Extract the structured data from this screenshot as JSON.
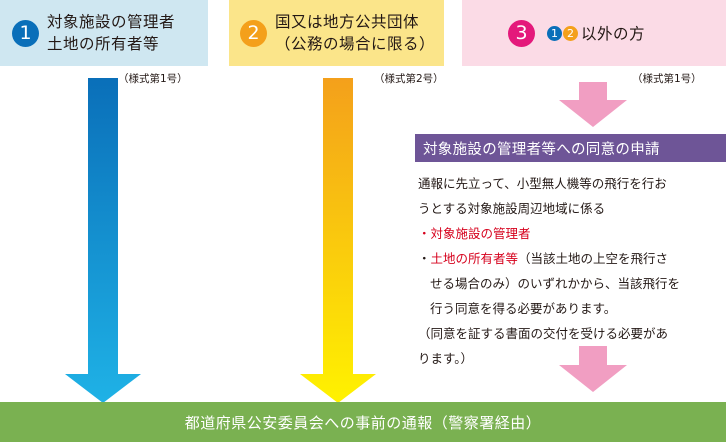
{
  "boxes": [
    {
      "number": "1",
      "lines": [
        "対象施設の管理者",
        "土地の所有者等"
      ],
      "form": "（様式第1号）"
    },
    {
      "number": "2",
      "lines": [
        "国又は地方公共団体",
        "（公務の場合に限る）"
      ],
      "form": "（様式第2号）"
    },
    {
      "number": "3",
      "sub_numbers": [
        "1",
        "2"
      ],
      "label": "以外の方",
      "form": "（様式第1号）"
    }
  ],
  "consent": {
    "title": "対象施設の管理者等への同意の申請",
    "intro": [
      "通報に先立って、小型無人機等の飛行を行お",
      "うとする対象施設周辺地域に係る"
    ],
    "bullet1": {
      "marker": "・",
      "text": "対象施設の管理者"
    },
    "bullet2": {
      "marker": "・",
      "highlight": "土地の所有者等",
      "rest": "（当該土地の上空を飛行さ"
    },
    "bullet2_cont": [
      "せる場合のみ）のいずれかから、当該飛行を",
      "行う同意を得る必要があります。"
    ],
    "note": [
      "（同意を証する書面の交付を受ける必要があ",
      "ります。）"
    ]
  },
  "footer": {
    "text": "都道府県公安委員会への事前の通報（警察署経由）"
  },
  "colors": {
    "box1_bg": "#cfe7f1",
    "box2_bg": "#fbe58a",
    "box3_bg": "#fbdbe6",
    "blue": "#0a6fb9",
    "orange": "#f4a01b",
    "magenta": "#e4197b",
    "purple": "#6e5597",
    "green": "#7ab151",
    "red_text": "#d6001c"
  }
}
